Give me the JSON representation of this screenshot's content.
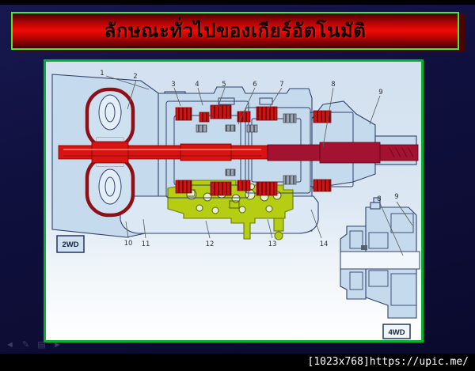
{
  "banner": {
    "title": "ลักษณะทั่วไปของเกียร์อัตโนมัติ",
    "bg_color": "#ee0b06",
    "border_color": "#55e32f",
    "text_color": "#0c0001"
  },
  "diagram": {
    "border_color": "#00b22c",
    "label_2wd": "2WD",
    "label_4wd": "4WD",
    "callouts_top": [
      "1",
      "2",
      "3",
      "4",
      "5",
      "6",
      "7",
      "8",
      "9"
    ],
    "callouts_bottom": [
      "10",
      "11",
      "12",
      "13",
      "14"
    ],
    "callouts_4wd": [
      "8",
      "9"
    ],
    "colors": {
      "machine_fill": "#c5daec",
      "outline": "#31426b",
      "torque_converter_outline": "#8e1016",
      "input_shaft_red": "#d81311",
      "output_shaft_crimson": "#a31230",
      "valve_body_green": "#b5cd12"
    }
  },
  "toolbar": {
    "icons": [
      {
        "name": "back-arrow",
        "glyph": "◄"
      },
      {
        "name": "pen",
        "glyph": "✎"
      },
      {
        "name": "menu",
        "glyph": "▤"
      },
      {
        "name": "forward-arrow",
        "glyph": "►"
      }
    ]
  },
  "footer": {
    "watermark": "[1023x768]https://upic.me/"
  }
}
